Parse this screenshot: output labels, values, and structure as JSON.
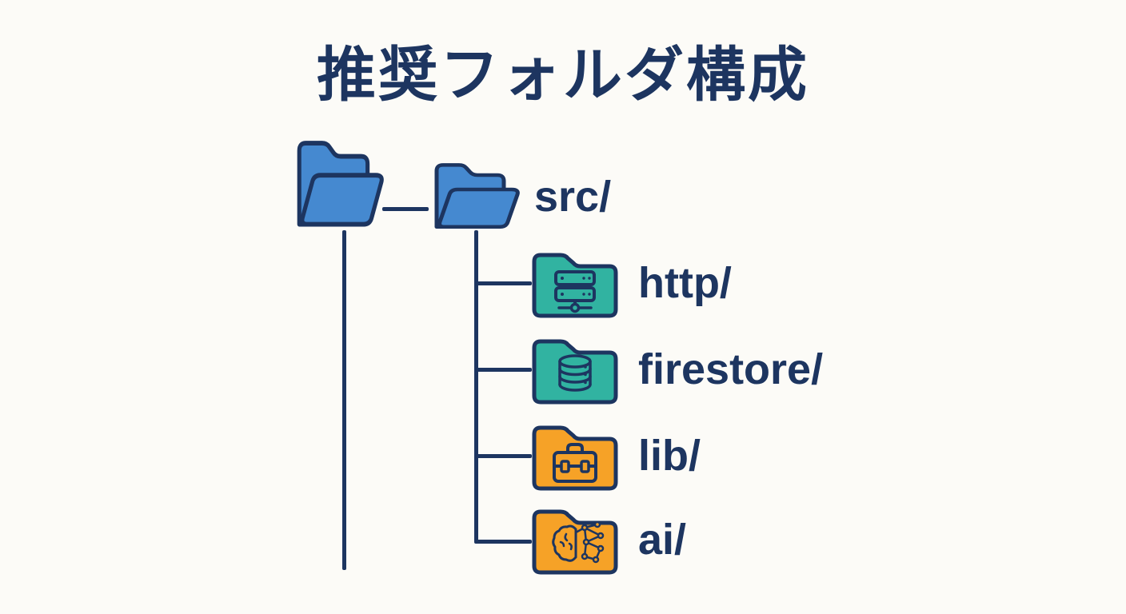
{
  "title": "推奨フォルダ構成",
  "colors": {
    "navy": "#1d3560",
    "blue": "#4589d0",
    "teal": "#31b3a1",
    "orange": "#f6a227",
    "background": "#fcfbf7"
  },
  "tree": {
    "root": {
      "icon": "open-folder-icon",
      "color": "#4589d0"
    },
    "src": {
      "label": "src/",
      "icon": "open-folder-icon",
      "color": "#4589d0"
    },
    "children": [
      {
        "label": "http/",
        "icon": "server-icon",
        "color": "#31b3a1"
      },
      {
        "label": "firestore/",
        "icon": "database-icon",
        "color": "#31b3a1"
      },
      {
        "label": "lib/",
        "icon": "toolbox-icon",
        "color": "#f6a227"
      },
      {
        "label": "ai/",
        "icon": "brain-icon",
        "color": "#f6a227"
      }
    ]
  }
}
